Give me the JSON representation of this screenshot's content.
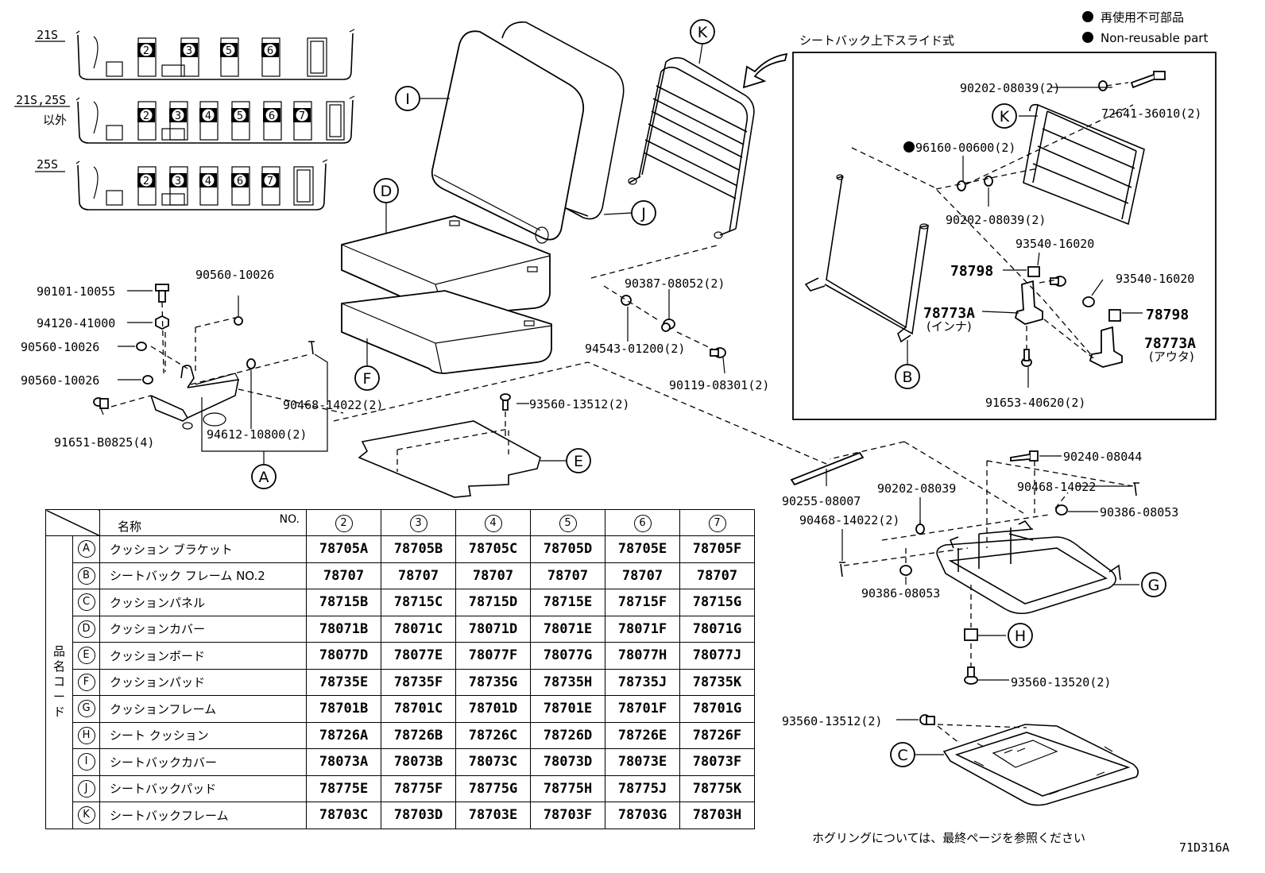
{
  "legend": {
    "jp": "再使用不可部品",
    "en": "Non-reusable part"
  },
  "slide_title": "シートバック上下スライド式",
  "note": "ホグリングについては、最終ページを参照ください",
  "diagram_code": "71D316A",
  "variants": [
    {
      "label": "21S",
      "label2": "",
      "nums": [
        "2",
        "3",
        "5",
        "6"
      ]
    },
    {
      "label": "21S,25S",
      "label2": "以外",
      "nums": [
        "2",
        "3",
        "4",
        "5",
        "6",
        "7"
      ]
    },
    {
      "label": "25S",
      "label2": "",
      "nums": [
        "2",
        "3",
        "4",
        "6",
        "7"
      ]
    }
  ],
  "callouts": {
    "a": "A",
    "b": "B",
    "c": "C",
    "d": "D",
    "e": "E",
    "f": "F",
    "g": "G",
    "h": "H",
    "i": "I",
    "j": "J",
    "k1": "K",
    "k2": "K"
  },
  "part_labels": {
    "p90101_10055": "90101-10055",
    "p90560_10026_top": "90560-10026",
    "p94120_41000": "94120-41000",
    "p90560_10026_a": "90560-10026",
    "p90560_10026_b": "90560-10026",
    "p91651_b0825": "91651-B0825(4)",
    "p94612_10800": "94612-10800(2)",
    "p90468_14022_left": "90468-14022(2)",
    "p93560_13512_mid": "93560-13512(2)",
    "p90387_08052": "90387-08052(2)",
    "p94543_01200": "94543-01200(2)",
    "p90119_08301": "90119-08301(2)",
    "p90202_08039_top": "90202-08039(2)",
    "p72641_36010": "72641-36010(2)",
    "p96160_00600": "96160-00600(2)",
    "p90202_08039_mid": "90202-08039(2)",
    "p93540_16020_a": "93540-16020",
    "p78798_a": "78798",
    "p93540_16020_b": "93540-16020",
    "p78773a_a": "78773A",
    "p78773a_a_sub": "(インナ)",
    "p78798_b": "78798",
    "p78773a_b": "78773A",
    "p78773a_b_sub": "(アウタ)",
    "p91653_40620": "91653-40620(2)",
    "p90240_08044": "90240-08044",
    "p90468_14022_r": "90468-14022",
    "p90386_08053_r": "90386-08053",
    "p90255_08007": "90255-08007",
    "p90202_08039_low": "90202-08039",
    "p90468_14022_low": "90468-14022(2)",
    "p90386_08053_low": "90386-08053",
    "p93560_13520": "93560-13520(2)",
    "p93560_13512_low": "93560-13512(2)"
  },
  "table": {
    "header_name": "名称",
    "header_no": "NO.",
    "side_label": "品名コード",
    "columns": [
      "2",
      "3",
      "4",
      "5",
      "6",
      "7"
    ],
    "rows": [
      {
        "letter": "A",
        "name": "クッション ブラケット",
        "codes": [
          "78705A",
          "78705B",
          "78705C",
          "78705D",
          "78705E",
          "78705F"
        ]
      },
      {
        "letter": "B",
        "name": "シートバック フレーム NO.2",
        "codes": [
          "78707",
          "78707",
          "78707",
          "78707",
          "78707",
          "78707"
        ]
      },
      {
        "letter": "C",
        "name": "クッションパネル",
        "codes": [
          "78715B",
          "78715C",
          "78715D",
          "78715E",
          "78715F",
          "78715G"
        ]
      },
      {
        "letter": "D",
        "name": "クッションカバー",
        "codes": [
          "78071B",
          "78071C",
          "78071D",
          "78071E",
          "78071F",
          "78071G"
        ]
      },
      {
        "letter": "E",
        "name": "クッションボード",
        "codes": [
          "78077D",
          "78077E",
          "78077F",
          "78077G",
          "78077H",
          "78077J"
        ]
      },
      {
        "letter": "F",
        "name": "クッションパッド",
        "codes": [
          "78735E",
          "78735F",
          "78735G",
          "78735H",
          "78735J",
          "78735K"
        ]
      },
      {
        "letter": "G",
        "name": "クッションフレーム",
        "codes": [
          "78701B",
          "78701C",
          "78701D",
          "78701E",
          "78701F",
          "78701G"
        ]
      },
      {
        "letter": "H",
        "name": "シート クッション",
        "codes": [
          "78726A",
          "78726B",
          "78726C",
          "78726D",
          "78726E",
          "78726F"
        ]
      },
      {
        "letter": "I",
        "name": "シートバックカバー",
        "codes": [
          "78073A",
          "78073B",
          "78073C",
          "78073D",
          "78073E",
          "78073F"
        ]
      },
      {
        "letter": "J",
        "name": "シートバックパッド",
        "codes": [
          "78775E",
          "78775F",
          "78775G",
          "78775H",
          "78775J",
          "78775K"
        ]
      },
      {
        "letter": "K",
        "name": "シートバックフレーム",
        "codes": [
          "78703C",
          "78703D",
          "78703E",
          "78703F",
          "78703G",
          "78703H"
        ]
      }
    ]
  }
}
